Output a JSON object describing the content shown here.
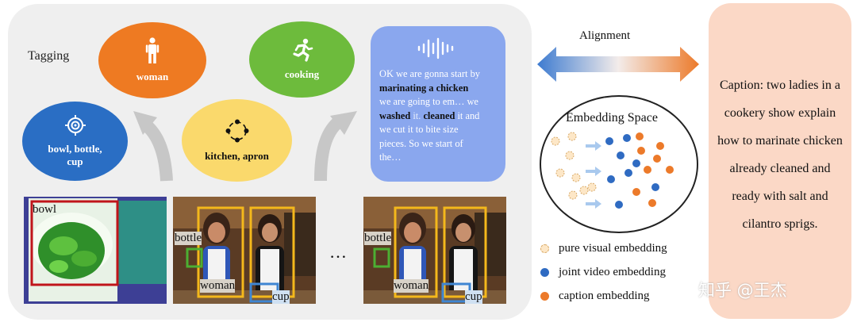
{
  "tagging": {
    "label": "Tagging",
    "tags": {
      "woman": "woman",
      "cooking": "cooking",
      "kitchen": "kitchen, apron",
      "objects_line1": "bowl, bottle,",
      "objects_line2": "cup"
    }
  },
  "speech": {
    "seg1": "OK we are gonna start by",
    "seg2": "marinating a chicken",
    "seg3": "we are going to em… we",
    "seg4": "washed",
    "seg5": " it. ",
    "seg6": "cleaned",
    "seg7": " it and",
    "seg8": "we cut it to bite size",
    "seg9": "pieces. So we start of",
    "seg10": "the…"
  },
  "frames": {
    "frame1_labels": {
      "bowl": "bowl"
    },
    "frame2_labels": {
      "bottle": "bottle",
      "woman": "woman",
      "cup": "cup"
    },
    "frame3_labels": {
      "bottle": "bottle",
      "woman": "woman",
      "cup": "cup"
    },
    "ellipsis": "…"
  },
  "alignment": {
    "label": "Alignment"
  },
  "embedding": {
    "title": "Embedding Space",
    "legend": {
      "visual": "pure visual embedding",
      "joint": "joint video embedding",
      "caption": "caption embedding"
    }
  },
  "caption": {
    "text": "Caption: two ladies in a cookery show explain how to marinate chicken already cleaned and ready with salt and cilantro sprigs."
  },
  "watermark": "知乎 @王杰",
  "colors": {
    "woman": "#ee7a22",
    "cooking": "#6dbb3c",
    "kitchen": "#fad96c",
    "objects": "#2a6ec4",
    "speech_box": "#8aa7ee",
    "caption_box": "#fbd8c6",
    "visual_dot": "#fde7c7",
    "joint_dot": "#2f6bc2",
    "caption_dot": "#ec7a2a",
    "bbox_yellow": "#f4b81b",
    "bbox_red": "#c0151b",
    "bbox_green": "#4caf32",
    "bbox_blue": "#3f86d3"
  },
  "icons": {
    "woman": "person-icon",
    "cooking": "running-person-icon",
    "kitchen": "scene-cycle-icon",
    "objects": "target-icon",
    "speech": "sound-wave-icon"
  }
}
